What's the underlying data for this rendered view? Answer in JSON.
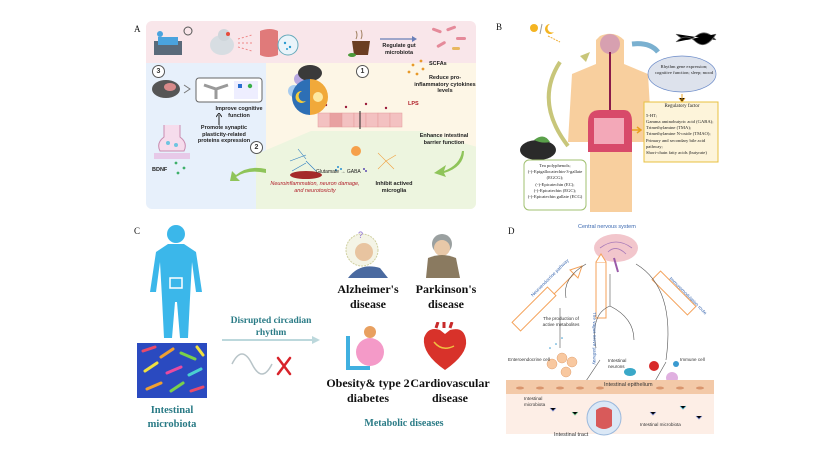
{
  "panels": {
    "A": {
      "label": "A",
      "regulate_gut": "Regulate gut microbiota",
      "scfas": "SCFAs",
      "reduce_cytokines": "Reduce pro-inflammatory cytokines levels",
      "lps": "LPS",
      "enhance_barrier": "Enhance intestinal barrier function",
      "improve_cognitive": "Improve cognitive function",
      "promote_synaptic": "Promote synaptic plasticity-related proteins expression",
      "bdnf": "BDNF",
      "glutamate": "Glutamate",
      "gaba": "GABA",
      "neuroinflammation": "Neuroinflammation, neuron damage, and neurotoxicity",
      "inhibit_microglia": "Inhibit actived microglia",
      "steps": [
        "1",
        "2",
        "3"
      ]
    },
    "B": {
      "label": "B",
      "rhythm_box": "Rhythm gene expression; cognitive function; sleep; mood",
      "regulatory_title": "Regulatory factor",
      "regulatory_items": [
        "5-HT;",
        "Gamma aminobutyric acid (GABA);",
        "Trimethylamine (TMA);",
        "Trimethylamine N-oxide (TMAO);",
        "Primary and secondary bile acid pathway;",
        "Short-chain fatty acids (butyrate)"
      ],
      "tea_items": [
        "Tea polyphenols;",
        "(-)-Epigallocatechin-3-gallate (EGCG);",
        "(-)-Epicatechin (EC);",
        "(-)-Epicatechin (EGC);",
        "(-)-Epicatechin gallate (ECG)"
      ]
    },
    "C": {
      "label": "C",
      "intestinal_microbiota": "Intestinal microbiota",
      "disrupted": "Disrupted circadian rhythm",
      "diseases": [
        {
          "name": "Alzheimer's disease"
        },
        {
          "name": "Parkinson's disease"
        },
        {
          "name": "Obesity& type 2 diabetes"
        },
        {
          "name": "Cardiovascular disease"
        }
      ],
      "metabolic": "Metabolic diseases"
    },
    "D": {
      "label": "D",
      "cns": "Central nervous system",
      "neuroendocrine": "Neuroendocrine pathway",
      "vagus": "The vagus nerve pathway",
      "immunomodulation": "Immunomodulation route",
      "active_metabolites": "The production of active metabolites",
      "enteroendocrine": "Enteroendocrine cell",
      "intestinal_neurons": "Intestinal neurons",
      "immune_cell": "Immune cell",
      "epithelium": "Intestinal epithelium",
      "microbiota_left": "Intestinal microbiota",
      "microbiota_right": "Intestinal microbiota",
      "tract": "Intestinal tract"
    }
  },
  "colors": {
    "teal": "#2a7b86",
    "body_blue": "#3bb7ea",
    "orange_arrow": "#f4a25a",
    "green_arrow": "#8fc45a",
    "red_mark": "#d8232a"
  }
}
